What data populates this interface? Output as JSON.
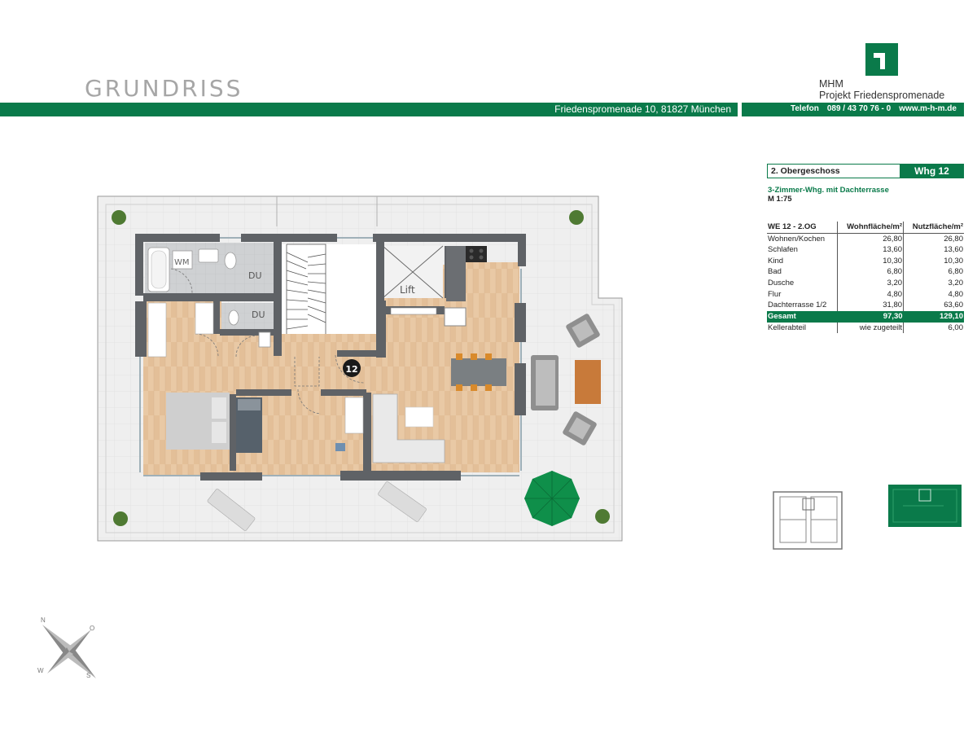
{
  "header": {
    "title": "GRUNDRISS",
    "brand_name": "MHM",
    "brand_project": "Projekt Friedenspromenade",
    "address": "Friedenspromenade 10, 81827 München",
    "phone_label": "Telefon",
    "phone": "089 / 43 70 76 - 0",
    "website": "www.m-h-m.de"
  },
  "unit": {
    "floor": "2. Obergeschoss",
    "tag": "Whg 12",
    "type": "3-Zimmer-Whg. mit Dachterrasse",
    "scale": "M 1:75"
  },
  "area_table": {
    "headers": [
      "WE 12 - 2.OG",
      "Wohnfläche/m²",
      "Nutzfläche/m²"
    ],
    "rows": [
      [
        "Wohnen/Kochen",
        "26,80",
        "26,80"
      ],
      [
        "Schlafen",
        "13,60",
        "13,60"
      ],
      [
        "Kind",
        "10,30",
        "10,30"
      ],
      [
        "Bad",
        "6,80",
        "6,80"
      ],
      [
        "Dusche",
        "3,20",
        "3,20"
      ],
      [
        "Flur",
        "4,80",
        "4,80"
      ],
      [
        "Dachterrasse 1/2",
        "31,80",
        "63,60"
      ]
    ],
    "total": [
      "Gesamt",
      "97,30",
      "129,10"
    ],
    "extra": [
      "Kellerabteil",
      "wie zugeteilt",
      "6,00"
    ]
  },
  "plan_labels": {
    "wm": "WM",
    "du_1": "DU",
    "du_2": "DU",
    "lift": "Lift",
    "unit_number": "12"
  },
  "compass": {
    "n": "N",
    "o": "O",
    "s": "S",
    "w": "W"
  },
  "colors": {
    "brand_green": "#0a7a4a",
    "wall": "#5f6266",
    "terrace": "#eeeeee",
    "parquet": "#e8c8a4",
    "tile": "#cfd1d3",
    "title_gray": "#a6a6a6"
  }
}
